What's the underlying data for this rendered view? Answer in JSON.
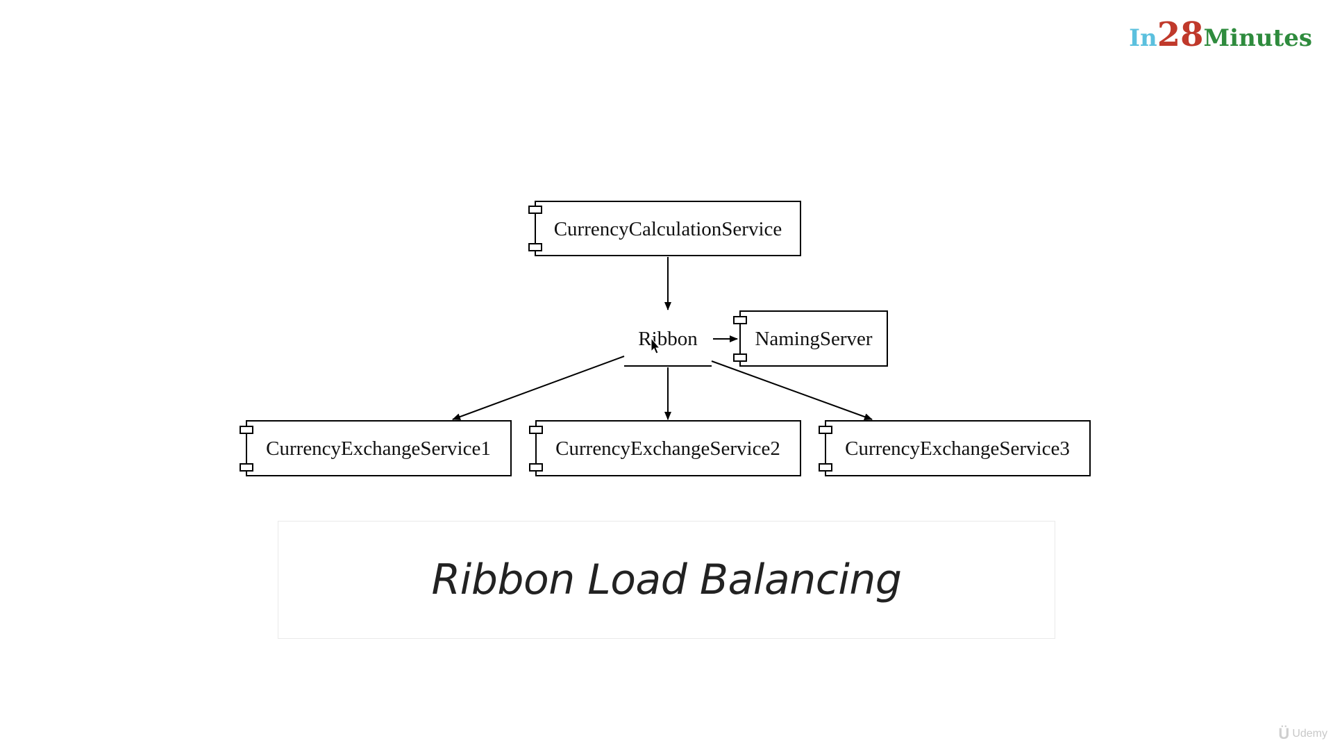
{
  "brand": {
    "part1": "In",
    "part2": "28",
    "part3": "Minutes",
    "colors": {
      "part1": "#5bc0de",
      "part2": "#c0392b",
      "part3": "#2e8b3d"
    }
  },
  "diagram": {
    "nodes": {
      "calc": "CurrencyCalculationService",
      "ribbon": "Ribbon",
      "naming": "NamingServer",
      "ex1": "CurrencyExchangeService1",
      "ex2": "CurrencyExchangeService2",
      "ex3": "CurrencyExchangeService3"
    },
    "edges": [
      {
        "from": "calc",
        "to": "ribbon"
      },
      {
        "from": "ribbon",
        "to": "naming"
      },
      {
        "from": "ribbon",
        "to": "ex1"
      },
      {
        "from": "ribbon",
        "to": "ex2"
      },
      {
        "from": "ribbon",
        "to": "ex3"
      }
    ]
  },
  "caption": {
    "title": "Ribbon Load Balancing"
  },
  "watermark": {
    "text": "Udemy"
  }
}
